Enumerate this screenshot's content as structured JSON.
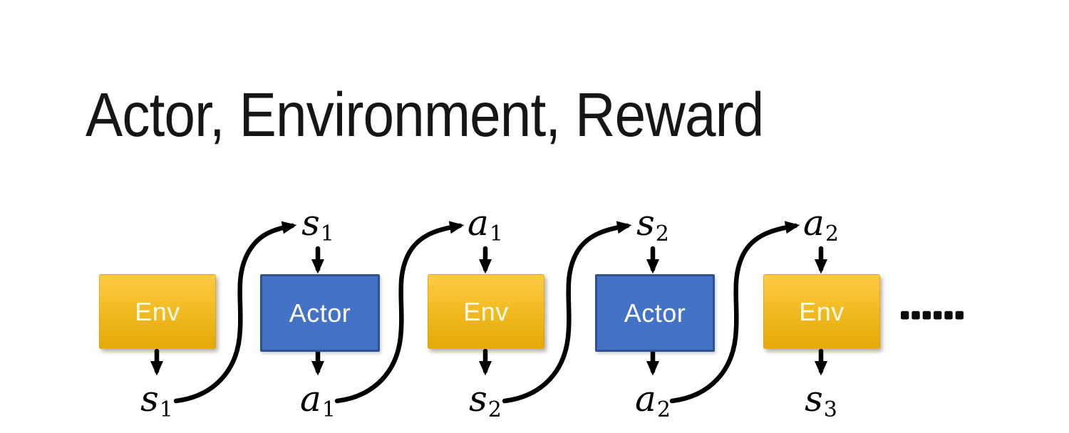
{
  "slide": {
    "title": "Actor, Environment, Reward",
    "ellipsis": "……"
  },
  "diagram": {
    "boxes": [
      {
        "label": "Env",
        "type": "env"
      },
      {
        "label": "Actor",
        "type": "actor"
      },
      {
        "label": "Env",
        "type": "env"
      },
      {
        "label": "Actor",
        "type": "actor"
      },
      {
        "label": "Env",
        "type": "env"
      }
    ],
    "top_labels": [
      {
        "base": "s",
        "sub": "1"
      },
      {
        "base": "a",
        "sub": "1"
      },
      {
        "base": "s",
        "sub": "2"
      },
      {
        "base": "a",
        "sub": "2"
      }
    ],
    "bottom_labels": [
      {
        "base": "s",
        "sub": "1"
      },
      {
        "base": "a",
        "sub": "1"
      },
      {
        "base": "s",
        "sub": "2"
      },
      {
        "base": "a",
        "sub": "2"
      },
      {
        "base": "s",
        "sub": "3"
      }
    ],
    "colors": {
      "env-top": "#FCCB44",
      "env-bottom": "#E4A906",
      "actor-fill": "#4472C4",
      "actor-border": "#2F528F",
      "arrow": "#000000",
      "box-text": "#FFFFFF",
      "label-text": "#000000",
      "title-text": "#161616"
    }
  }
}
